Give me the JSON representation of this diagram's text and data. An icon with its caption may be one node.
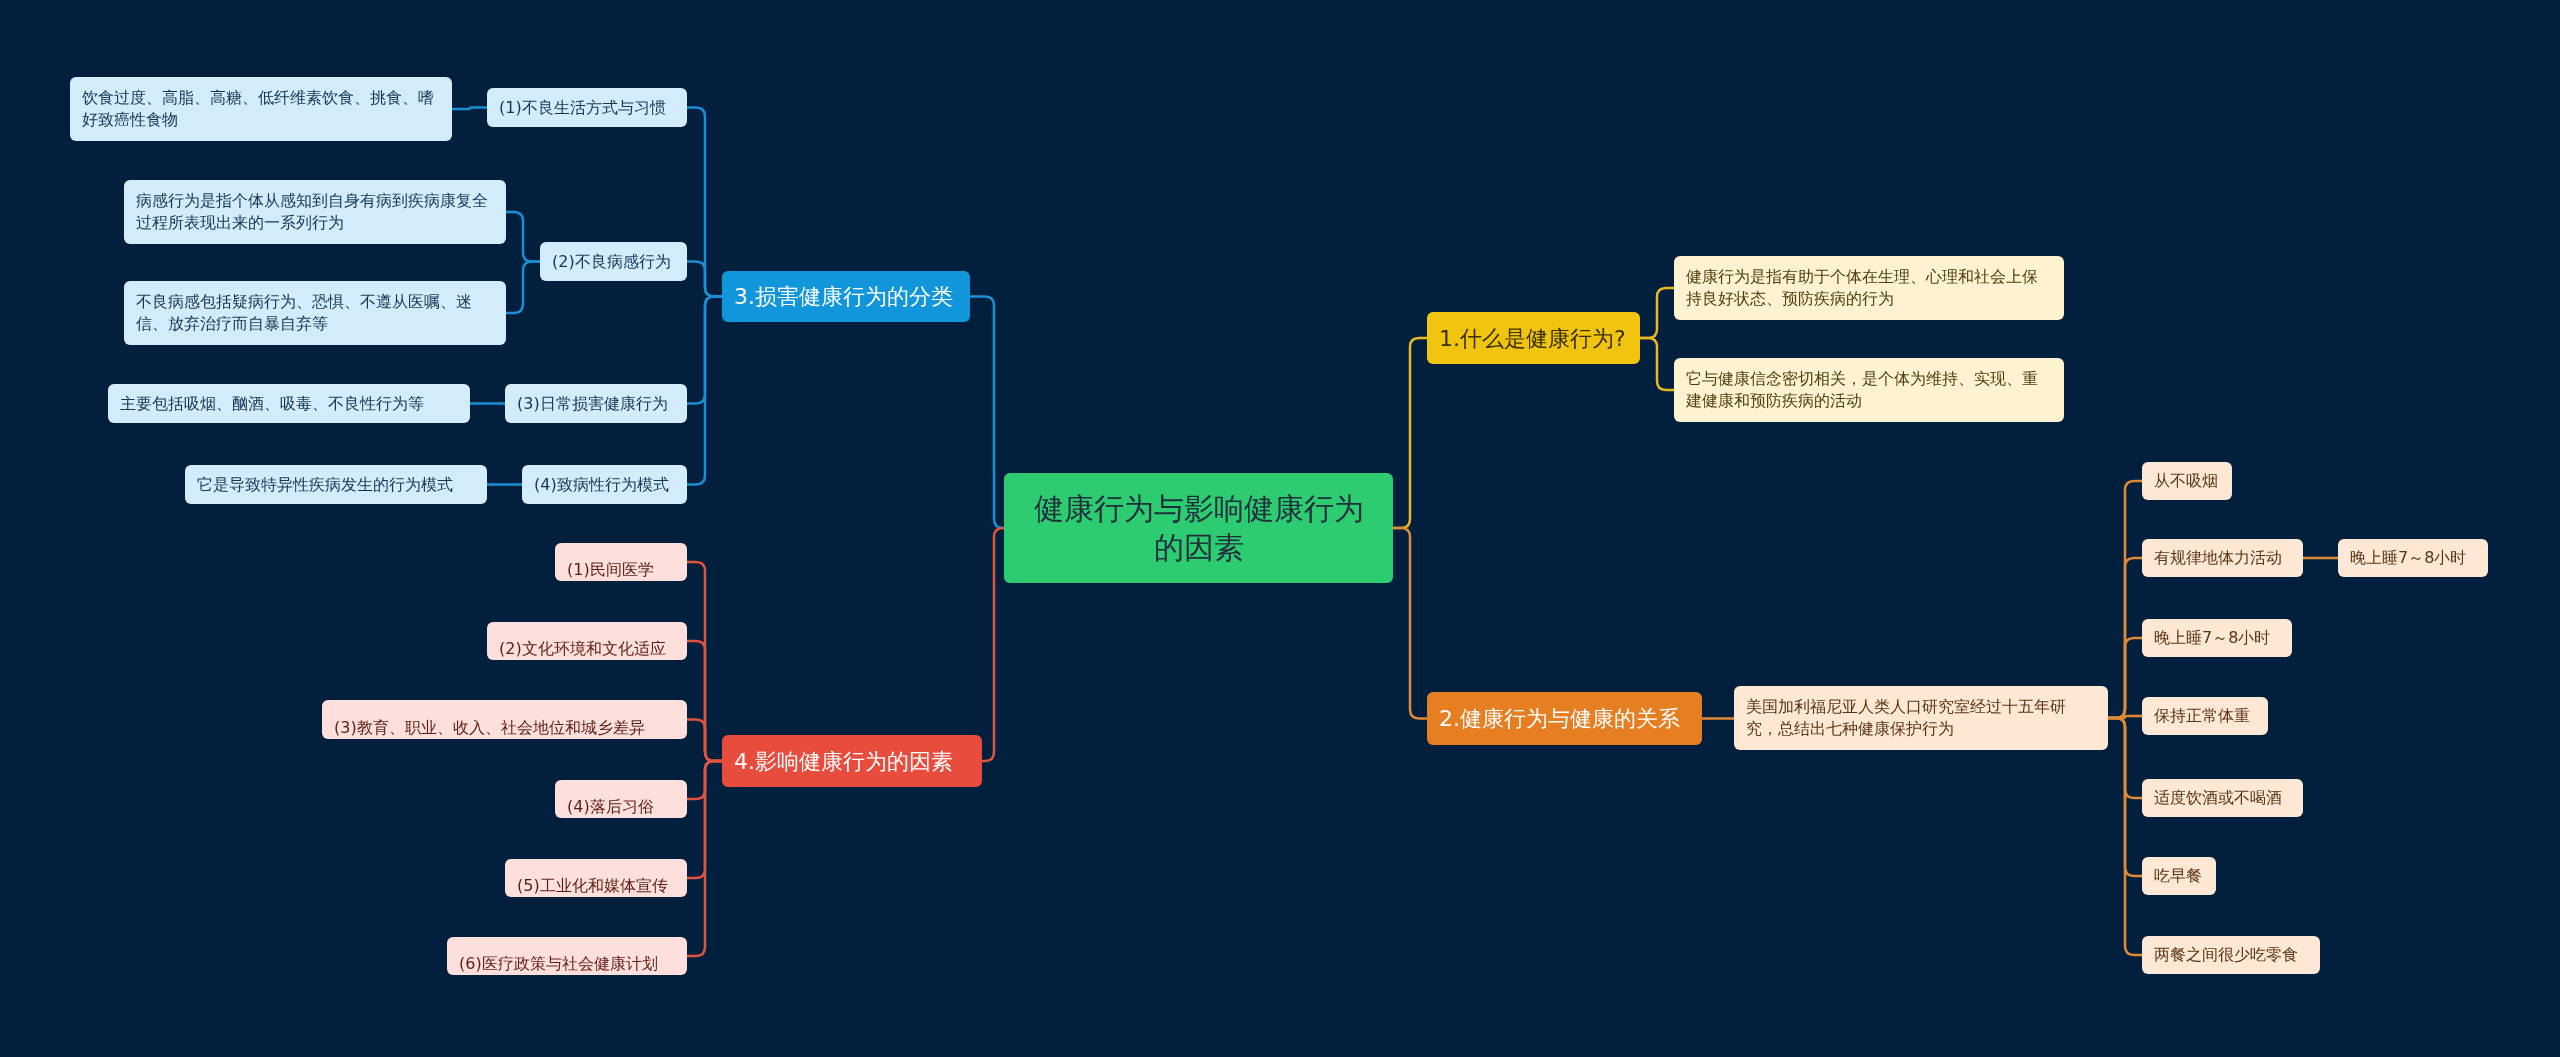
{
  "diagram": {
    "nodes": [
      {
        "text": [
          "健康行为与影响健康行为的因素"
        ]
      },
      {
        "text": [
          "1.什么是健康行为?"
        ]
      },
      {
        "text": [
          "健康行为是指有助于个体在生理、心理和社会上保持良好状态、预防疾病的行为"
        ]
      },
      {
        "text": [
          "它与健康信念密切相关，是个体为维持、实现、重建健康和预防疾病的活动"
        ]
      },
      {
        "text": [
          "2.健康行为与健康的关系"
        ]
      },
      {
        "text": [
          "美国加利福尼亚人类人口研究室经过十五年研究，总结出七种健康保护行为"
        ]
      },
      {
        "text": [
          "从不吸烟"
        ]
      },
      {
        "text": [
          "有规律地体力活动"
        ]
      },
      {
        "text": [
          "晚上睡7～8小时"
        ]
      },
      {
        "text": [
          "晚上睡7～8小时"
        ]
      },
      {
        "text": [
          "保持正常体重"
        ]
      },
      {
        "text": [
          "适度饮酒或不喝酒"
        ]
      },
      {
        "text": [
          "吃早餐"
        ]
      },
      {
        "text": [
          "两餐之间很少吃零食"
        ]
      },
      {
        "text": [
          "3.损害健康行为的分类"
        ]
      },
      {
        "text": [
          "(1)不良生活方式与习惯"
        ]
      },
      {
        "text": [
          "饮食过度、高脂、高糖、低纤维素饮食、挑食、嗜好致癌性食物"
        ]
      },
      {
        "text": [
          "(2)不良病感行为"
        ]
      },
      {
        "text": [
          "病感行为是指个体从感知到自身有病到疾病康复全过程所表现出来的一系列行为"
        ]
      },
      {
        "text": [
          "不良病感包括疑病行为、恐惧、不遵从医嘱、迷信、放弃治疗而自暴自弃等"
        ]
      },
      {
        "text": [
          "(3)日常损害健康行为"
        ]
      },
      {
        "text": [
          "主要包括吸烟、酗酒、吸毒、不良性行为等"
        ]
      },
      {
        "text": [
          "(4)致病性行为模式"
        ]
      },
      {
        "text": [
          "它是导致特异性疾病发生的行为模式"
        ]
      },
      {
        "text": [
          "4.影响健康行为的因素"
        ]
      },
      {
        "text": [
          "(1)民间医学"
        ]
      },
      {
        "text": [
          "(2)文化环境和文化适应"
        ]
      },
      {
        "text": [
          "(3)教育、职业、收入、社会地位和城乡差异"
        ]
      },
      {
        "text": [
          "(4)落后习俗"
        ]
      },
      {
        "text": [
          "(5)工业化和媒体宣传"
        ]
      },
      {
        "text": [
          "(6)医疗政策与社会健康计划"
        ]
      }
    ],
    "edges": [
      {
        "from": 0,
        "to": 1,
        "arrow": "none",
        "color": "#e8b923"
      },
      {
        "from": 1,
        "to": 2,
        "arrow": "none",
        "color": "#e8b923"
      },
      {
        "from": 1,
        "to": 3,
        "arrow": "none",
        "color": "#e8b923"
      },
      {
        "from": 0,
        "to": 4,
        "arrow": "none",
        "color": "#e08a35"
      },
      {
        "from": 4,
        "to": 5,
        "arrow": "none",
        "color": "#e08a35"
      },
      {
        "from": 5,
        "to": 6,
        "arrow": "none",
        "color": "#e08a35"
      },
      {
        "from": 5,
        "to": 7,
        "arrow": "none",
        "color": "#e08a35"
      },
      {
        "from": 7,
        "to": 8,
        "arrow": "none",
        "color": "#e08a35"
      },
      {
        "from": 5,
        "to": 9,
        "arrow": "none",
        "color": "#e08a35"
      },
      {
        "from": 5,
        "to": 10,
        "arrow": "none",
        "color": "#e08a35"
      },
      {
        "from": 5,
        "to": 11,
        "arrow": "none",
        "color": "#e08a35"
      },
      {
        "from": 5,
        "to": 12,
        "arrow": "none",
        "color": "#e08a35"
      },
      {
        "from": 5,
        "to": 13,
        "arrow": "none",
        "color": "#e08a35"
      },
      {
        "from": 0,
        "to": 14,
        "arrow": "none",
        "color": "#1a8fd6"
      },
      {
        "from": 14,
        "to": 15,
        "arrow": "none",
        "color": "#1a8fd6"
      },
      {
        "from": 15,
        "to": 16,
        "arrow": "none",
        "color": "#1a8fd6"
      },
      {
        "from": 14,
        "to": 17,
        "arrow": "none",
        "color": "#1a8fd6"
      },
      {
        "from": 17,
        "to": 18,
        "arrow": "none",
        "color": "#1a8fd6"
      },
      {
        "from": 17,
        "to": 19,
        "arrow": "none",
        "color": "#1a8fd6"
      },
      {
        "from": 14,
        "to": 20,
        "arrow": "none",
        "color": "#1a8fd6"
      },
      {
        "from": 20,
        "to": 21,
        "arrow": "none",
        "color": "#1a8fd6"
      },
      {
        "from": 14,
        "to": 22,
        "arrow": "none",
        "color": "#1a8fd6"
      },
      {
        "from": 22,
        "to": 23,
        "arrow": "none",
        "color": "#1a8fd6"
      },
      {
        "from": 0,
        "to": 24,
        "arrow": "none",
        "color": "#e0533f"
      },
      {
        "from": 24,
        "to": 25,
        "arrow": "none",
        "color": "#e0533f"
      },
      {
        "from": 24,
        "to": 26,
        "arrow": "none",
        "color": "#e0533f"
      },
      {
        "from": 24,
        "to": 27,
        "arrow": "none",
        "color": "#e0533f"
      },
      {
        "from": 24,
        "to": 28,
        "arrow": "none",
        "color": "#e0533f"
      },
      {
        "from": 24,
        "to": 29,
        "arrow": "none",
        "color": "#e0533f"
      },
      {
        "from": 24,
        "to": 30,
        "arrow": "none",
        "color": "#e0533f"
      }
    ]
  }
}
